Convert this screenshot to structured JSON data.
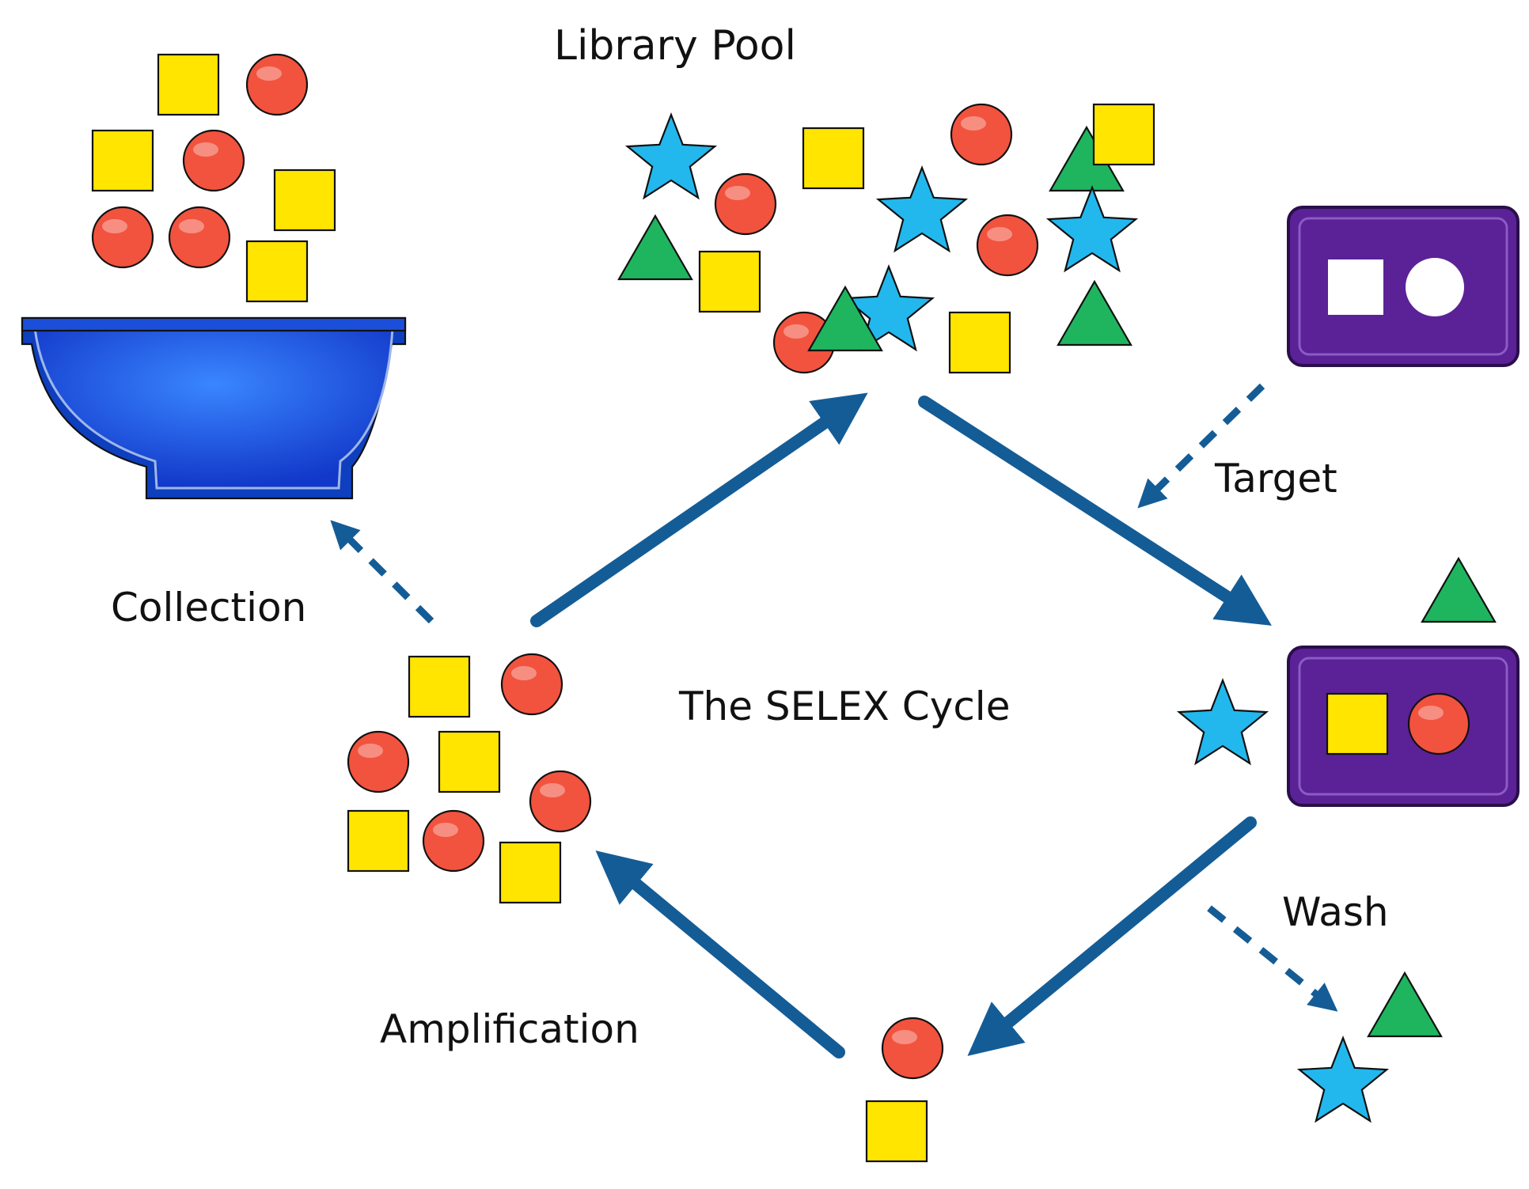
{
  "diagram": {
    "labels": {
      "library_pool": "Library Pool",
      "target": "Target",
      "collection": "Collection",
      "cycle_title": "The SELEX Cycle",
      "wash": "Wash",
      "amplification": "Amplification"
    },
    "colors": {
      "square": "#FFE500",
      "circle": "#F2533E",
      "triangle": "#1FB55F",
      "star": "#22B8EE",
      "arrow": "#145C96",
      "bowl": "#1A55E6",
      "target_plate": "#5B2197"
    },
    "groups": {
      "collection_pool": [
        "square",
        "circle",
        "square",
        "circle",
        "square",
        "circle",
        "circle",
        "square"
      ],
      "library_pool": [
        "star",
        "circle",
        "square",
        "circle",
        "triangle",
        "square",
        "triangle",
        "square",
        "star",
        "circle",
        "star",
        "triangle",
        "star",
        "circle",
        "square",
        "triangle"
      ],
      "enriched_pool": [
        "square",
        "circle",
        "circle",
        "square",
        "circle",
        "square",
        "circle",
        "square"
      ],
      "bound_to_target": [
        "square",
        "circle"
      ],
      "unbound_near_target": [
        "triangle",
        "star"
      ],
      "eluted": [
        "circle",
        "square"
      ],
      "washed_away": [
        "triangle",
        "star"
      ]
    },
    "target_slots": [
      "square-slot",
      "circle-slot"
    ]
  }
}
